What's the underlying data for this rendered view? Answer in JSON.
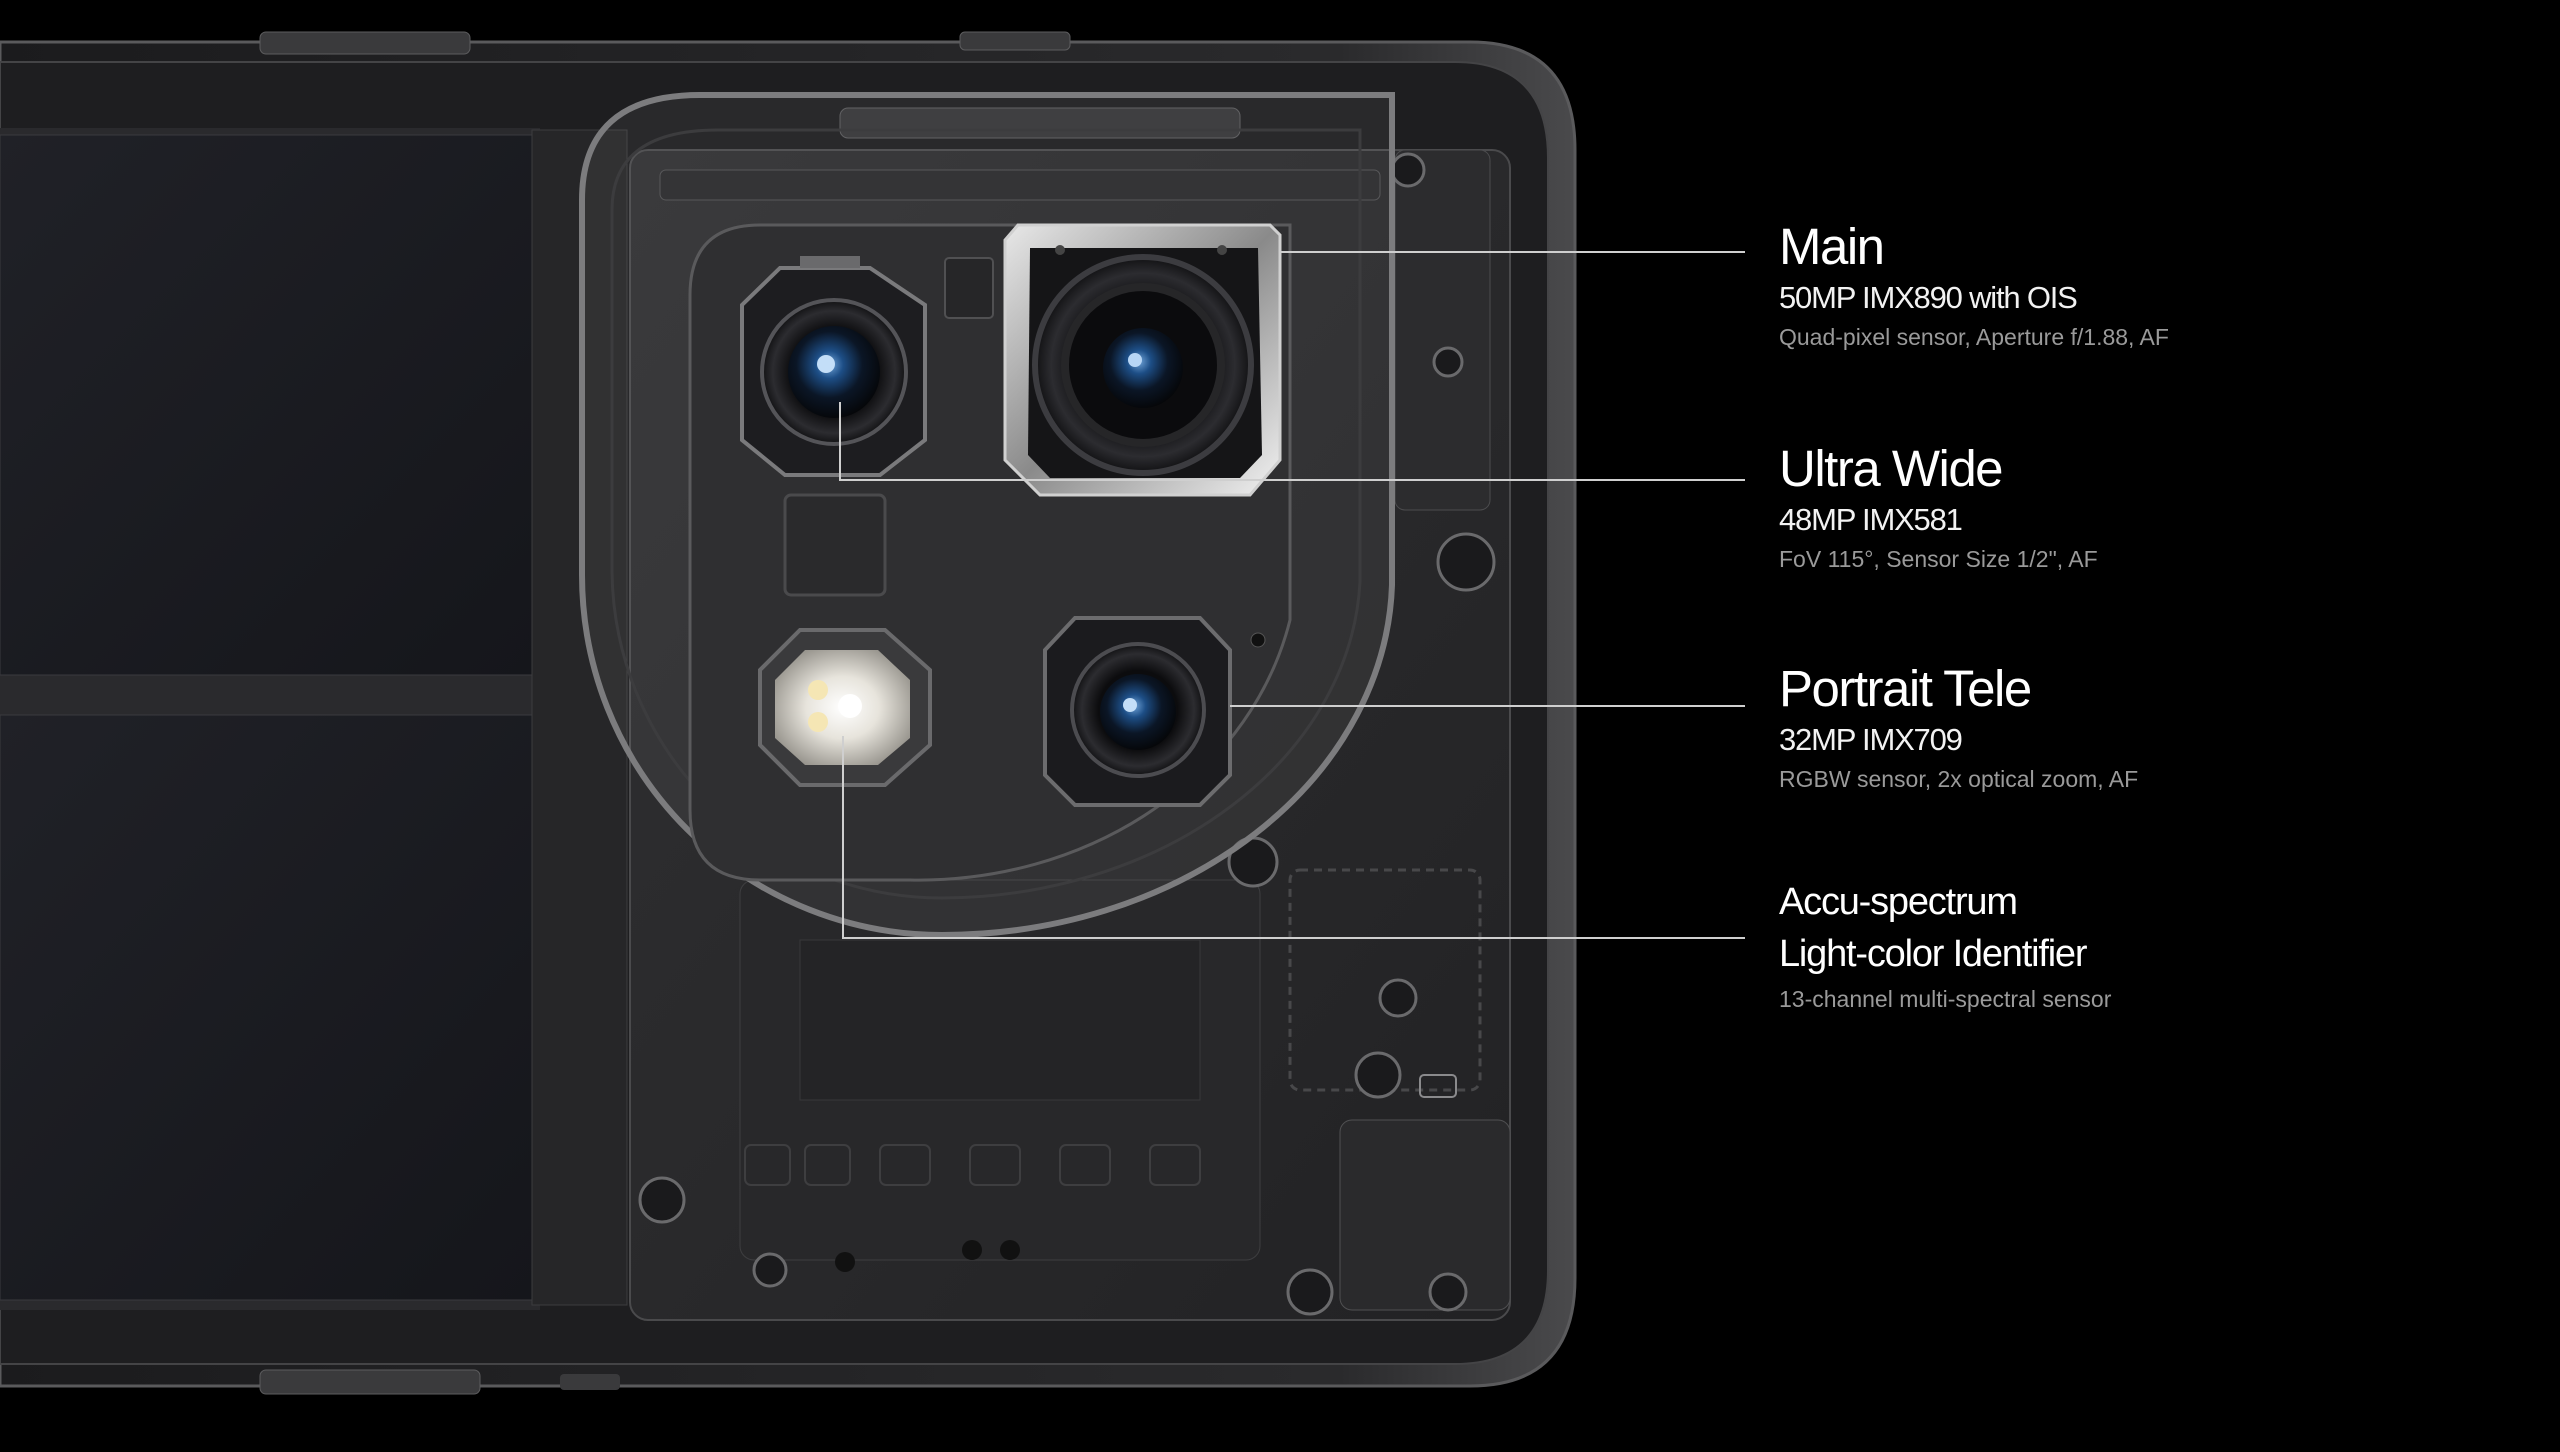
{
  "colors": {
    "background": "#000000",
    "title_text": "#ffffff",
    "subtitle_text": "#f2f2f2",
    "detail_text": "#9a9a9a",
    "callout_line": "#cfcfcf"
  },
  "specs": {
    "main": {
      "title": "Main",
      "subtitle": "50MP IMX890 with OIS",
      "detail": "Quad-pixel sensor, Aperture f/1.88, AF"
    },
    "ultra_wide": {
      "title": "Ultra Wide",
      "subtitle": "48MP IMX581",
      "detail": "FoV 115°, Sensor Size 1/2\", AF"
    },
    "portrait_tele": {
      "title": "Portrait Tele",
      "subtitle": "32MP IMX709",
      "detail": "RGBW sensor, 2x optical zoom, AF"
    },
    "light_sensor": {
      "title_line1": "Accu-spectrum",
      "title_line2": "Light-color Identifier",
      "detail": "13-channel multi-spectral sensor"
    }
  }
}
